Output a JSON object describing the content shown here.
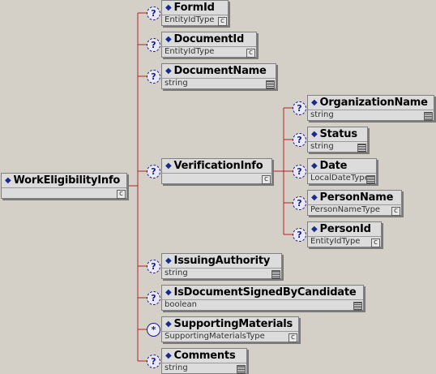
{
  "root": {
    "name": "WorkEligibilityInfo",
    "badge": "c"
  },
  "children": [
    {
      "name": "FormId",
      "type": "EntityIdType",
      "badge": "c",
      "occurrence": "?"
    },
    {
      "name": "DocumentId",
      "type": "EntityIdType",
      "badge": "c",
      "occurrence": "?"
    },
    {
      "name": "DocumentName",
      "type": "string",
      "badge": "simple",
      "occurrence": "?"
    },
    {
      "name": "VerificationInfo",
      "type": "",
      "badge": "c",
      "occurrence": "?",
      "children": [
        {
          "name": "OrganizationName",
          "type": "string",
          "badge": "simple",
          "occurrence": "?"
        },
        {
          "name": "Status",
          "type": "string",
          "badge": "simple",
          "occurrence": "?"
        },
        {
          "name": "Date",
          "type": "LocalDateType",
          "badge": "simple",
          "occurrence": "?"
        },
        {
          "name": "PersonName",
          "type": "PersonNameType",
          "badge": "c",
          "occurrence": "?"
        },
        {
          "name": "PersonId",
          "type": "EntityIdType",
          "badge": "c",
          "occurrence": "?"
        }
      ]
    },
    {
      "name": "IssuingAuthority",
      "type": "string",
      "badge": "simple",
      "occurrence": "?"
    },
    {
      "name": "IsDocumentSignedByCandidate",
      "type": "boolean",
      "badge": "simple",
      "occurrence": "?"
    },
    {
      "name": "SupportingMaterials",
      "type": "SupportingMaterialsType",
      "badge": "c",
      "occurrence": "*"
    },
    {
      "name": "Comments",
      "type": "string",
      "badge": "simple",
      "occurrence": "?"
    }
  ],
  "colors": {
    "connector": "#b22222",
    "occurrence": "#1a1a8c",
    "diamond": "#1a2a8c"
  }
}
